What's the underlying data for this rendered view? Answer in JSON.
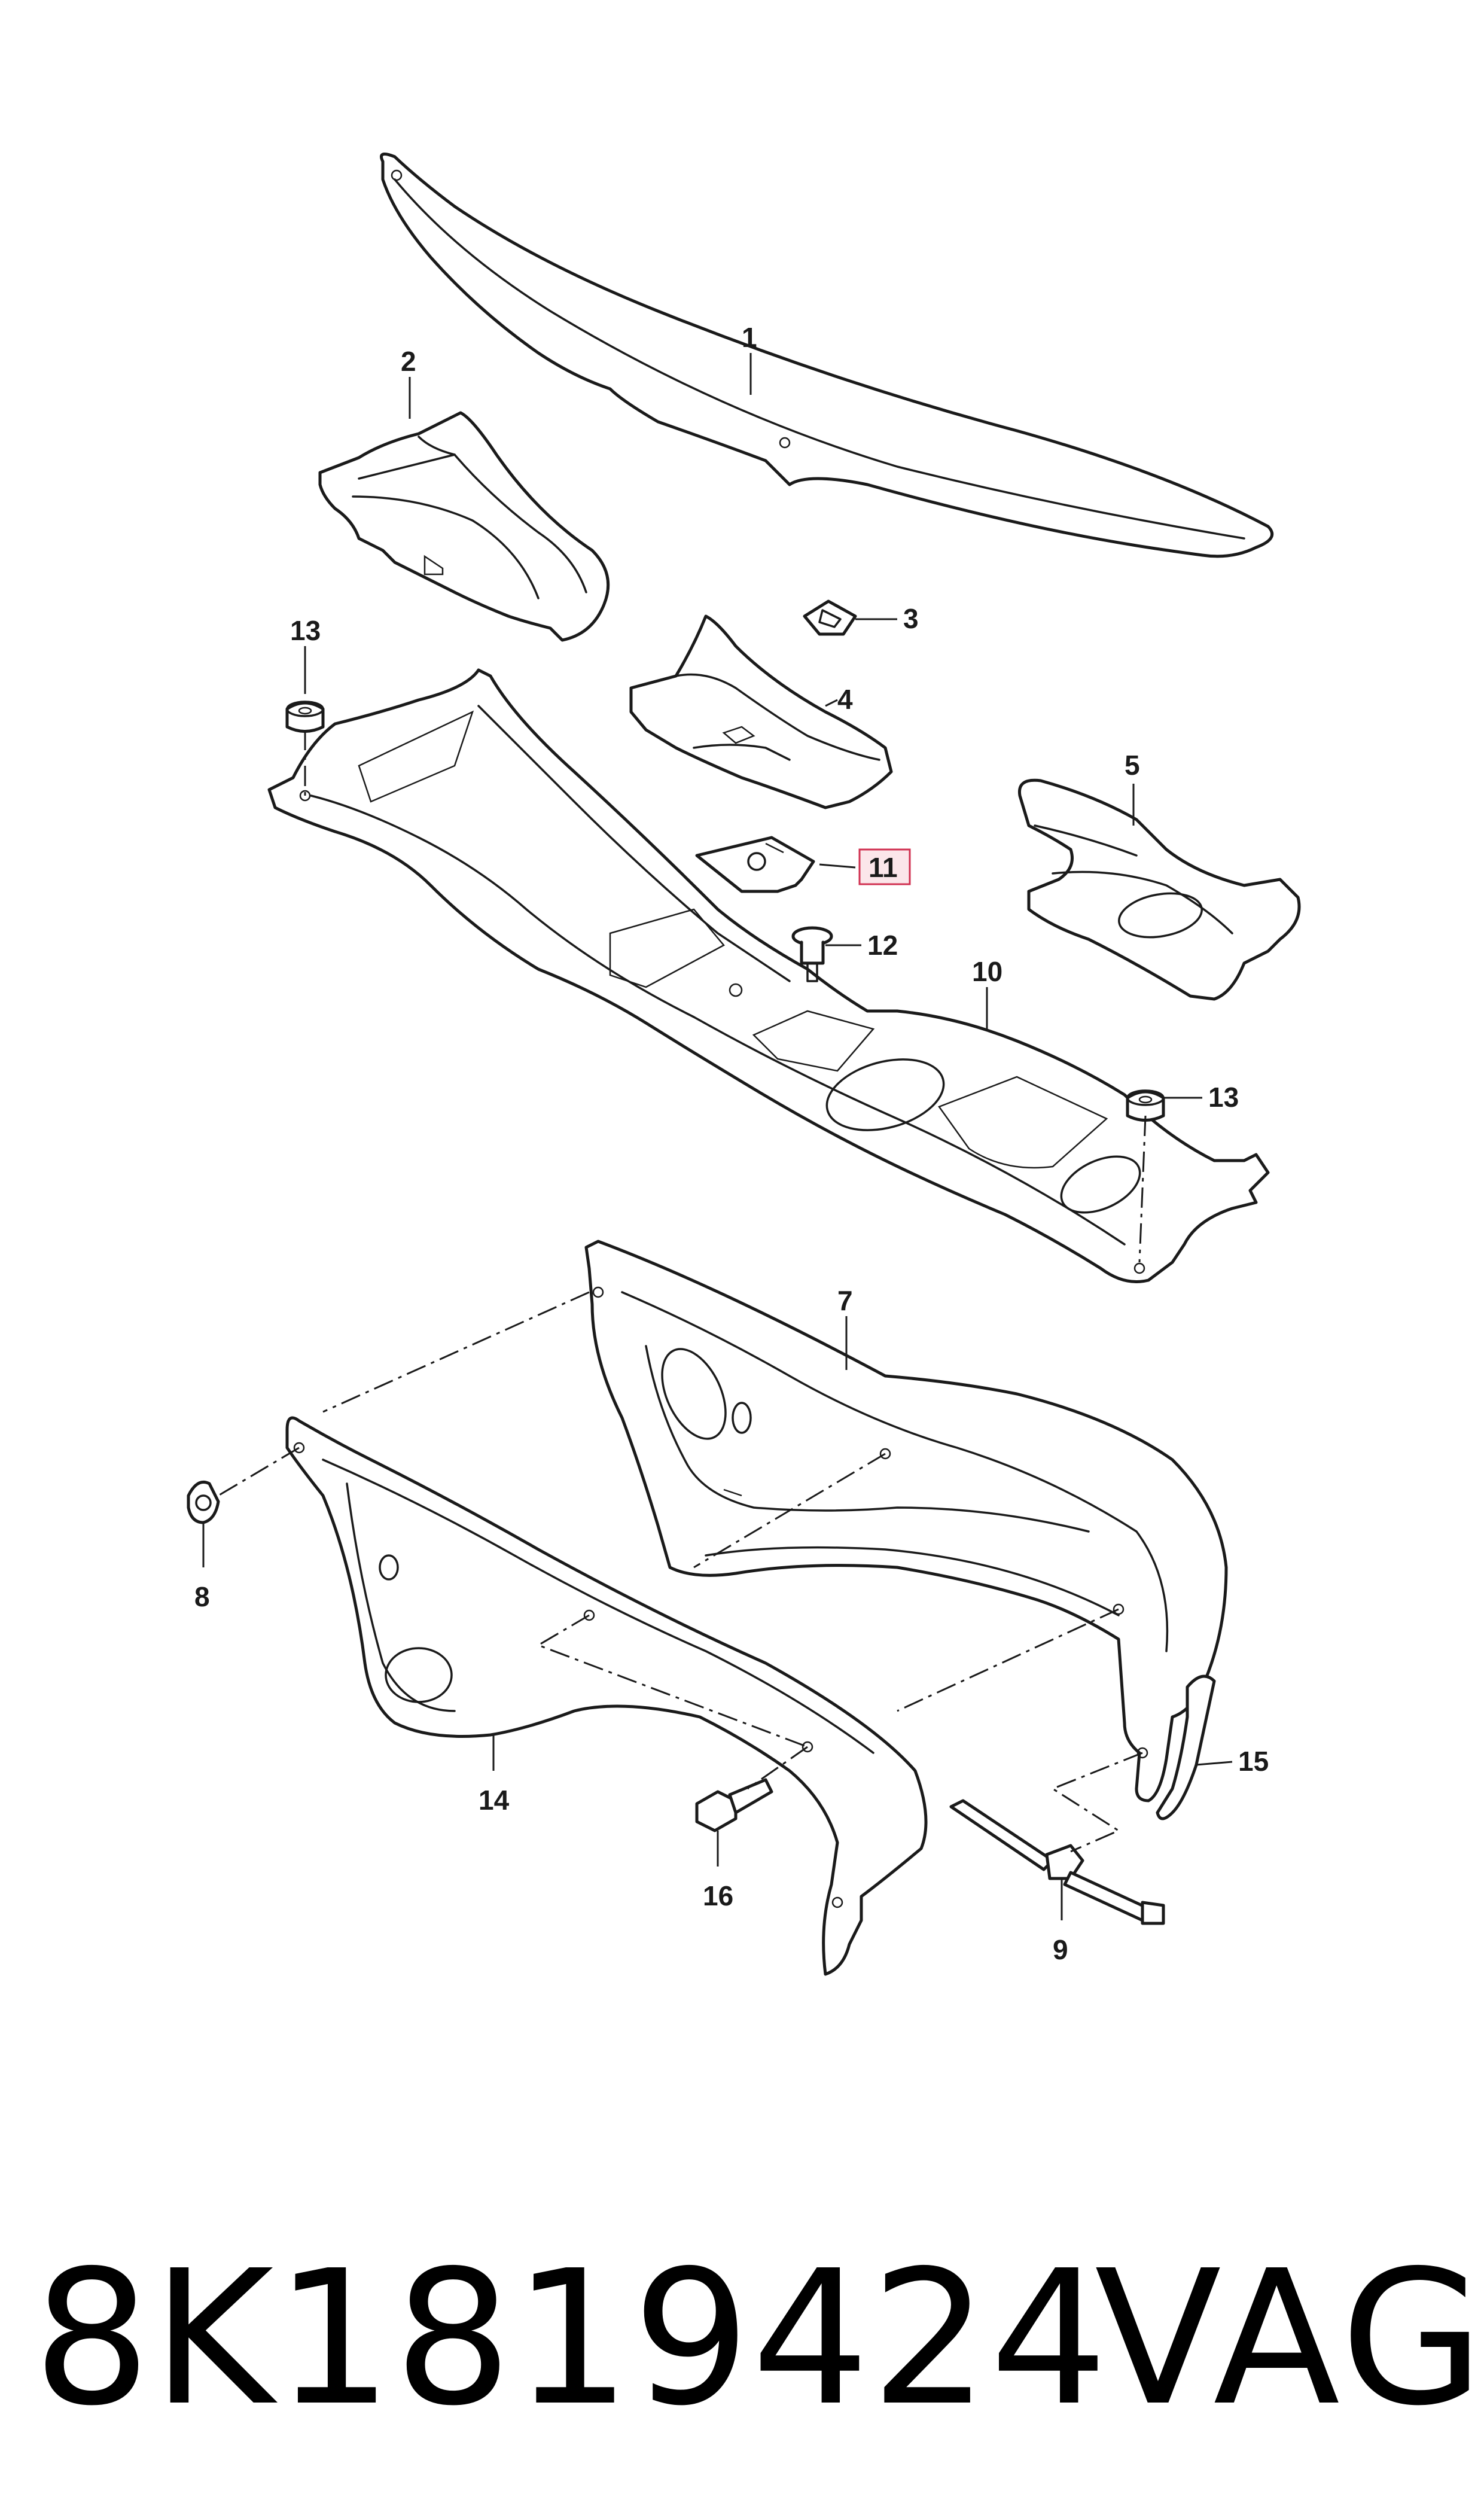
{
  "diagram": {
    "callouts": [
      {
        "id": "1",
        "highlighted": false
      },
      {
        "id": "2",
        "highlighted": false
      },
      {
        "id": "3",
        "highlighted": false
      },
      {
        "id": "4",
        "highlighted": false
      },
      {
        "id": "5",
        "highlighted": false
      },
      {
        "id": "7",
        "highlighted": false
      },
      {
        "id": "8",
        "highlighted": false
      },
      {
        "id": "9",
        "highlighted": false
      },
      {
        "id": "10",
        "highlighted": false
      },
      {
        "id": "11",
        "highlighted": true
      },
      {
        "id": "12",
        "highlighted": false
      },
      {
        "id": "13",
        "highlighted": false
      },
      {
        "id": "14",
        "highlighted": false
      },
      {
        "id": "15",
        "highlighted": false
      },
      {
        "id": "16",
        "highlighted": false
      }
    ],
    "highlight_color": "#d03050"
  },
  "caption": {
    "part_number": "8K1819424",
    "brand": "VAG"
  }
}
